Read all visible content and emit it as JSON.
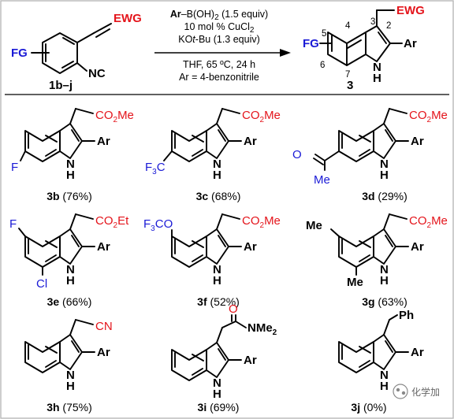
{
  "reaction": {
    "reactant": {
      "fg": "FG",
      "ewg": "EWG",
      "nc": "NC",
      "label": "1b–j"
    },
    "conditions_above": {
      "line1_ar": "Ar",
      "line1_rest": "–B(OH)",
      "line1_sub": "2",
      "line1_equiv": " (1.5 equiv)",
      "line2": "10 mol % CuCl",
      "line2_sub": "2",
      "line3_a": "KO",
      "line3_t": "t",
      "line3_b": "-Bu (1.3 equiv)"
    },
    "conditions_below": {
      "line1": "THF, 65 ºC, 24 h",
      "line2": "Ar = 4-benzonitrile"
    },
    "product": {
      "ewg": "EWG",
      "fg": "FG",
      "ar": "Ar",
      "nh_n": "N",
      "nh_h": "H",
      "label": "3",
      "positions": [
        "2",
        "3",
        "4",
        "5",
        "6",
        "7"
      ]
    }
  },
  "entries": [
    {
      "id": "3b",
      "yield": " (76%)",
      "substituent": "F",
      "side_chain": "CO2Me"
    },
    {
      "id": "3c",
      "yield": " (68%)",
      "substituent": "F3C",
      "side_chain": "CO2Me"
    },
    {
      "id": "3d",
      "yield": " (29%)",
      "substituent": "acetyl (O, Me)",
      "side_chain": "CO2Me"
    },
    {
      "id": "3e",
      "yield": " (66%)",
      "substituent": "F, Cl",
      "side_chain": "CO2Et"
    },
    {
      "id": "3f",
      "yield": " (52%)",
      "substituent": "F3CO",
      "side_chain": "CO2Me"
    },
    {
      "id": "3g",
      "yield": " (63%)",
      "substituent": "Me, Me",
      "side_chain": "CO2Me"
    },
    {
      "id": "3h",
      "yield": " (75%)",
      "substituent": "",
      "side_chain": "CN"
    },
    {
      "id": "3i",
      "yield": " (69%)",
      "substituent": "",
      "side_chain": "C(O)NMe2"
    },
    {
      "id": "3j",
      "yield": " (0%)",
      "substituent": "",
      "side_chain": "Ph"
    }
  ],
  "common": {
    "ar": "Ar",
    "n": "N",
    "h": "H",
    "co_a": "CO",
    "co_sub": "2",
    "me": "Me",
    "et": "Et",
    "f": "F",
    "cl": "Cl",
    "cn": "CN",
    "o": "O",
    "nme_a": "NMe",
    "nme_sub": "2",
    "ph": "Ph",
    "f3c_f": "F",
    "f3c_3": "3",
    "f3c_c": "C",
    "f3co_co": "CO"
  },
  "watermark": "化学加",
  "colors": {
    "red": "#e4141b",
    "blue": "#1a1ad6",
    "black": "#000000",
    "watermark": "#666666"
  }
}
